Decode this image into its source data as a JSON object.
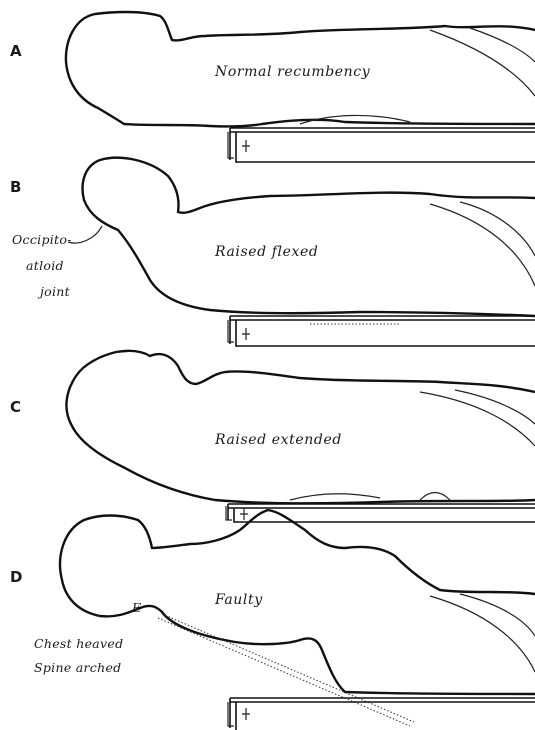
{
  "panels": [
    {
      "letter": "A",
      "caption": "Normal recumbency"
    },
    {
      "letter": "B",
      "caption": "Raised flexed"
    },
    {
      "letter": "C",
      "caption": "Raised extended"
    },
    {
      "letter": "D",
      "caption": "Faulty"
    }
  ],
  "annotations": {
    "joint_line1": "Occipito-",
    "joint_line2": "atloid",
    "joint_line3": "joint",
    "point_e": "E",
    "note_line1": "Chest heaved",
    "note_line2": "Spine arched"
  }
}
